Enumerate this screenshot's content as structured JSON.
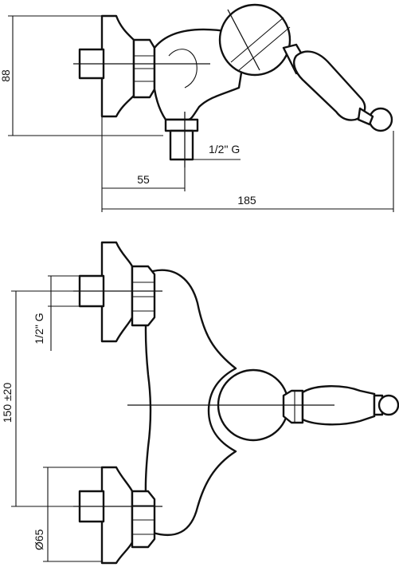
{
  "side_view": {
    "dim_height": "88",
    "dim_thread": "1/2\" G",
    "dim_offset": "55",
    "dim_length": "185"
  },
  "front_view": {
    "dim_thread": "1/2\" G",
    "dim_centers": "150 ±20",
    "dim_diameter": "Ø65"
  },
  "colors": {
    "line": "#111111",
    "background": "#ffffff"
  }
}
